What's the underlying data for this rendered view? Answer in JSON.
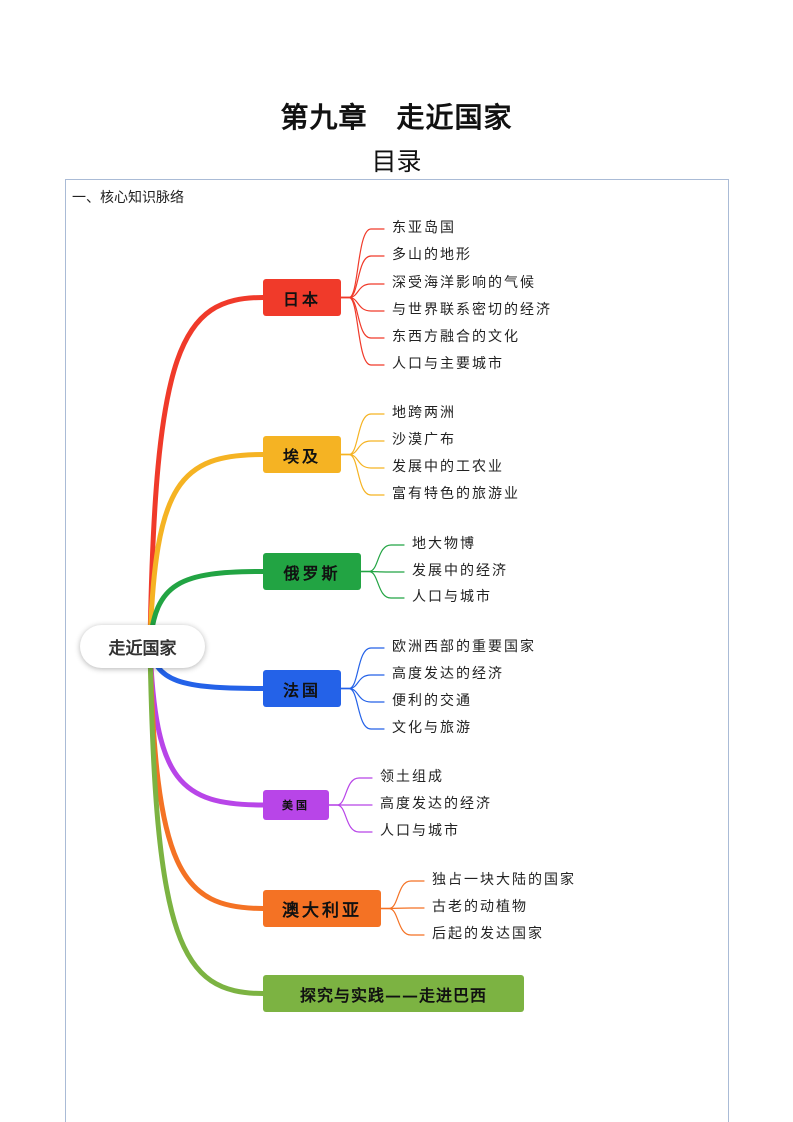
{
  "header": {
    "title": "第九章　走近国家",
    "subtitle": "目录"
  },
  "section_title": "一、核心知识脉络",
  "mindmap": {
    "root": "走近国家",
    "branches": [
      {
        "label": "日本",
        "color": "#f03a2a",
        "leaves": [
          "东亚岛国",
          "多山的地形",
          "深受海洋影响的气候",
          "与世界联系密切的经济",
          "东西方融合的文化",
          "人口与主要城市"
        ]
      },
      {
        "label": "埃及",
        "color": "#f5b323",
        "leaves": [
          "地跨两洲",
          "沙漠广布",
          "发展中的工农业",
          "富有特色的旅游业"
        ]
      },
      {
        "label": "俄罗斯",
        "color": "#22a443",
        "leaves": [
          "地大物博",
          "发展中的经济",
          "人口与城市"
        ]
      },
      {
        "label": "法国",
        "color": "#2462e8",
        "leaves": [
          "欧洲西部的重要国家",
          "高度发达的经济",
          "便利的交通",
          "文化与旅游"
        ]
      },
      {
        "label": "美国",
        "color": "#b845e8",
        "leaves": [
          "领土组成",
          "高度发达的经济",
          "人口与城市"
        ]
      },
      {
        "label": "澳大利亚",
        "color": "#f47224",
        "leaves": [
          "独占一块大陆的国家",
          "古老的动植物",
          "后起的发达国家"
        ]
      },
      {
        "label": "探究与实践——走进巴西",
        "color": "#7cb342",
        "leaves": []
      }
    ]
  }
}
